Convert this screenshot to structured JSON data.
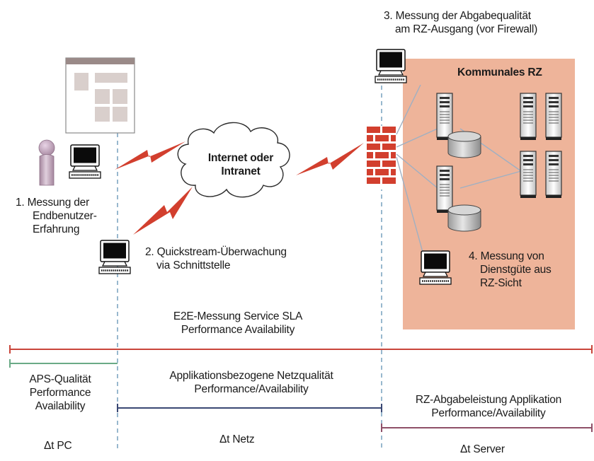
{
  "labels": {
    "step1": [
      "1. Messung der",
      "Endbenutzer-",
      "Erfahrung"
    ],
    "step2": [
      "2. Quickstream-Überwachung",
      "via Schnittstelle"
    ],
    "step3": [
      "3. Messung der Abgabequalität",
      "am RZ-Ausgang (vor Firewall)"
    ],
    "step4": [
      "4. Messung von",
      "Dienstgüte aus",
      "RZ-Sicht"
    ],
    "cloud": [
      "Internet oder",
      "Intranet"
    ],
    "datacenter": "Kommunales RZ",
    "e2e": [
      "E2E-Messung Service SLA",
      "Performance Availability"
    ],
    "aps": [
      "APS-Qualität",
      "Performance",
      "Availability"
    ],
    "netz": [
      "Applikationsbezogene Netzqualität",
      "Performance/Availability"
    ],
    "rz": [
      "RZ-Abgabeleistung Applikation",
      "Performance/Availability"
    ],
    "delta_pc": "Δt PC",
    "delta_netz": "Δt Netz",
    "delta_server": "Δt Server"
  },
  "colors": {
    "datacenter_bg": "#eeb49a",
    "e2e_line": "#c9453a",
    "aps_line": "#6aaa86",
    "netz_line": "#3a4874",
    "rz_line": "#8f5068",
    "lightning": "#d23f2e",
    "firewall_brick": "#d23f2e",
    "dashed_line": "#7fa7c2",
    "connector": "#9fb0c3"
  },
  "icons": [
    "user-icon",
    "browser-window-icon",
    "computer-icon",
    "cloud-icon",
    "lightning-icon",
    "firewall-icon",
    "server-icon",
    "disk-icon"
  ]
}
